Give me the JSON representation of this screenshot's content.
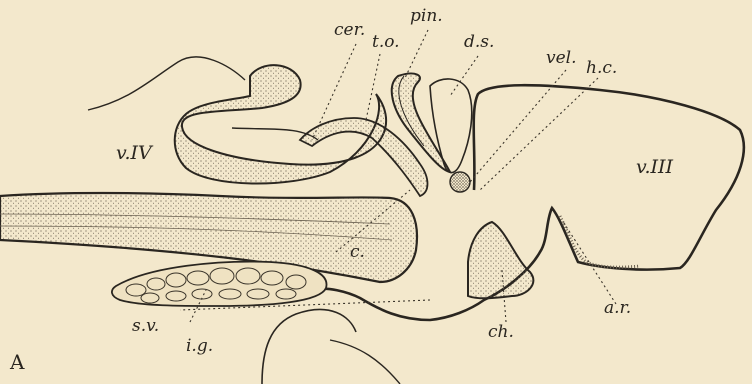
{
  "figure": {
    "panel_label": "A",
    "labels": {
      "cer": "cer.",
      "to": "t.o.",
      "pin": "pin.",
      "ds": "d.s.",
      "vel": "vel.",
      "hc": "h.c.",
      "v4": "v.IV",
      "v3": "v.III",
      "c": "c.",
      "sv": "s.v.",
      "ig": "i.g.",
      "ch": "ch.",
      "ar": "a.r."
    }
  }
}
